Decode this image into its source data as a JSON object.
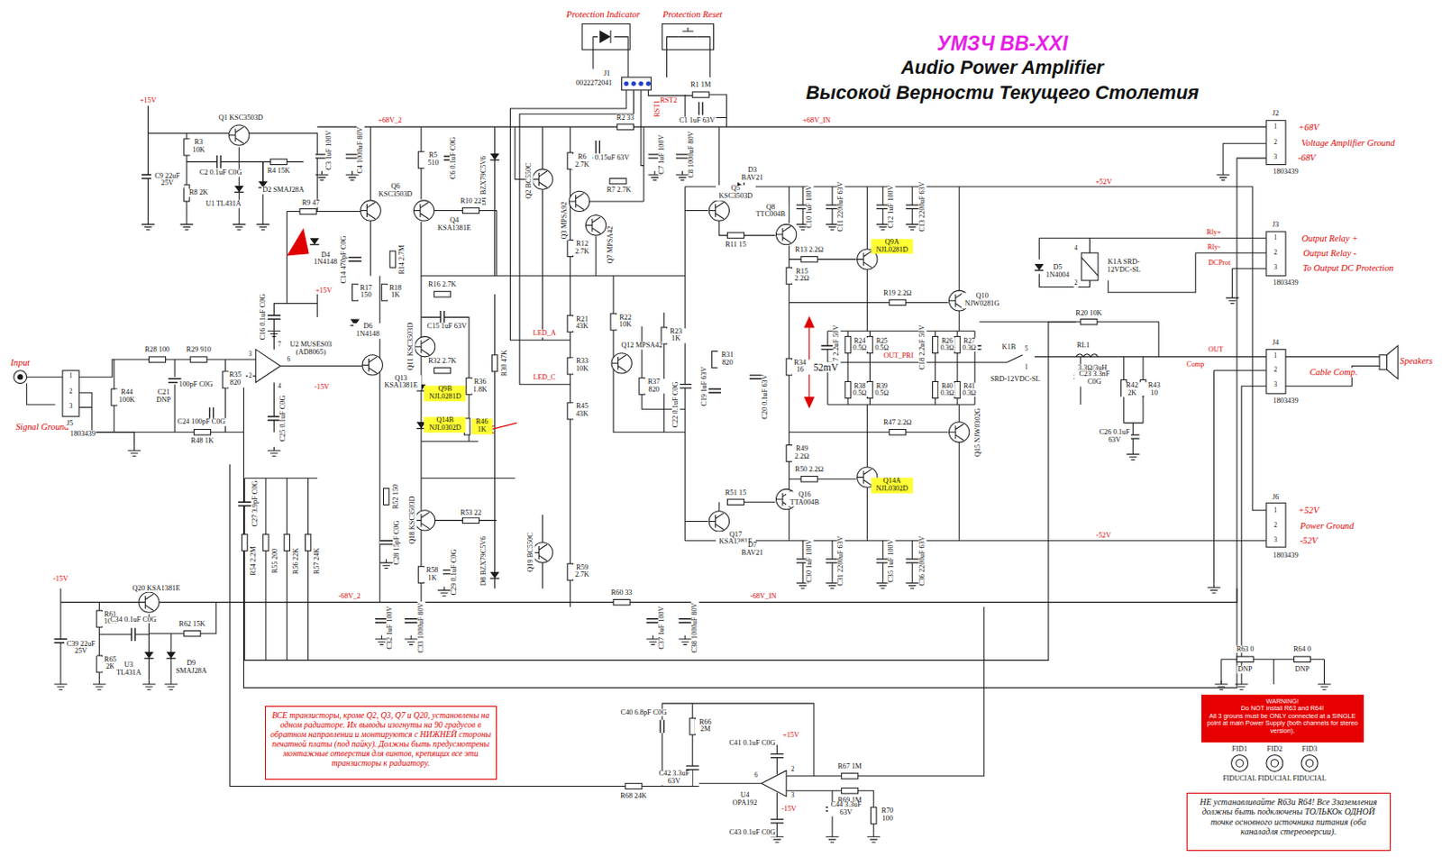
{
  "diagram": {
    "title": "УМЗЧ ВВ-XXI",
    "nodes": [
      {
        "text": [
          "ВСЕ транзисторы, кроме Q2, Q3, Q7 и Q20, установлены на одном радиаторе. Их выводы изогнуты на 90 градусов в обратном направлении и монтируются с НИЖНЕЙ стороны печатной платы (под пайку). Должны быть предусмотрены монтажные отверстия для винтов, крепящих все эти транзисторы к радиатору."
        ]
      },
      {
        "text": [
          "WARNING!",
          "Do NOT install R63 and R64!",
          "All 3 grouns must be ONLY connected at a SINGLE point at main Power Supply (both channels for stereo version)."
        ]
      },
      {
        "text": [
          "НЕ устанавливайте R63и R64! Все 3заземления должны быть подключены ТОЛЬКОк ОДНОЙ точке основного источника питания (оба каналадля стереоверсии)."
        ]
      }
    ],
    "labels": [
      "Audio Power Amplifier",
      "Высокой Верности Текущего Столетия",
      "Protection Indicator",
      "Protection Reset",
      "J1",
      "0022272041",
      "RST1",
      "RST2",
      "R1 1M",
      "C1 1uF 63V",
      "+68V_2",
      "+68V_IN",
      "R2 33",
      "C5 0.15uF 63V",
      "+15V",
      "Q1 KSC3503D",
      "R3 10K",
      "C2 0.1uF C0G",
      "R4 15K",
      "D2 SMAJ28A",
      "U1 TL431A",
      "C9 22uF 25V",
      "R8 2K",
      "C3 1uF 100V",
      "C4 1000uF 80V",
      "R5 510",
      "C6 0.1uF C0G",
      "D1 BZX79C5V6",
      "Q2 BC550C",
      "R6 2.7K",
      "R7 2.7K",
      "Q3 MPSA92",
      "Q7 MPSA42",
      "C7 1uF 100V",
      "C8 1000uF 80V",
      "R9 47",
      "Q6 KSC3503D",
      "Q4 KSA1381E",
      "R10 22",
      "D4 1N4148",
      "C14 470pF C0G",
      "R14 2.7M",
      "R17 150",
      "R18 1K",
      "C16 0.1uF C0G",
      "+15V",
      "U2 MUSES03 (AD8065)",
      "D6 1N4148",
      "-15V",
      "Q13 KSA1381E",
      "R16 2.7K",
      "C15 1uF 63V",
      "Q11 KSC3503D",
      "R32 2.7K",
      "Q9B NJL0281D",
      "R36 1.8K",
      "Q14B NJL0302D",
      "R46 1K",
      "R30 47K",
      "R12 2.7K",
      "R21 43K",
      "LED_A",
      "R33 10K",
      "LED_C",
      "R45 43K",
      "R22 10K",
      "Q12 MPSA42",
      "R37 820",
      "R23 1K",
      "C22 0.1uF C0G",
      "C19 1uF 63V",
      "R31 820",
      "C20 0.1uF 63V",
      "Input",
      "Signal Ground",
      "J5",
      "1803439",
      "1",
      "2",
      "3",
      "R44 100K",
      "R28 100",
      "R29 910",
      "C21 DNP",
      "100pF C0G",
      "C24 100pF C0G",
      "R35 820",
      "R48 1K",
      "C25 0.1uF C0G",
      "C27 3.9pF C0G",
      "R54 2.2M",
      "R55 200",
      "R56 22K",
      "R57 24K",
      "R52 150",
      "C28 15pF C0G",
      "Q18 KSC3503D",
      "R53 22",
      "D8 BZX79C5V6",
      "Q19 BC550C",
      "R58 1K",
      "C29 0.1uF C0G",
      "R59 2.7K",
      "-68V_2",
      "R60 33",
      "-68V_IN",
      "C32 1uF 100V",
      "C33 1000uF 80V",
      "C37 1uF 100V",
      "C38 1000uF 80V",
      "-15V",
      "Q20 KSA1381E",
      "R61 10K",
      "C34 0.1uF C0G",
      "R62 15K",
      "R65 2K",
      "U3 TL431A",
      "D9 SMAJ28A",
      "C39 22uF 25V",
      "C40 6.8pF C0G",
      "R66 2M",
      "C41 0.1uF C0G",
      "C42 3.3uF 63V",
      "+15V",
      "U4 OPA192",
      "R68 24K",
      "R67 1M",
      "R69 1M",
      "-15V",
      "C43 0.1uF C0G",
      "C44 3.3uF 63V",
      "R70 100",
      "D3 BAV21",
      "+52V",
      "Q5 KSC3503D",
      "Q8 TTC004B",
      "R11 15",
      "C10 1uF 100V",
      "C11 2200uF 63V",
      "C12 1uF 100V",
      "C13 2200uF 63V",
      "R13 2.2Ω",
      "Q9A NJL0281D",
      "R15 2.2Ω",
      "R19 2.2Ω",
      "Q10 NJW0281G",
      "C17 2.2uF 50V",
      "R24 0.5Ω",
      "R25 0.5Ω",
      "C18 2.2uF 50V",
      "R26 0.3Ω",
      "R27 0.3Ω",
      "R34 16",
      "52mV",
      "OUT_PRI",
      "R38 0.5Ω",
      "R39 0.5Ω",
      "R40 0.3Ω",
      "R41 0.3Ω",
      "R47 2.2Ω",
      "Q15 NJW0302G",
      "R49 2.2Ω",
      "R50 2.2Ω",
      "Q14A NJL0302D",
      "Q16 TTA004B",
      "R51 15",
      "Q17 KSA1381E",
      "D7 BAV21",
      "-52V",
      "C30 1uF 100V",
      "C31 2200uF 63V",
      "C35 1uF 100V",
      "C36 2200uF 63V",
      "R20 10K",
      "K1B",
      "5",
      "1",
      "SRD-12VDC-SL",
      "RL1",
      "3.3Ω/3uH",
      "C23 3.3nF C0G",
      "R42 2K",
      "R43 10",
      "C26 0.1uF 63V",
      "D5 1N4004",
      "K1A SRD-12VDC-SL",
      "4",
      "2",
      "J2",
      "1",
      "2",
      "3",
      "1803439",
      "+68V",
      "Voltage Amplifier Ground",
      "-68V",
      "J3",
      "1",
      "2",
      "3",
      "1803439",
      "Output Relay +",
      "Output Relay -",
      "To Output DC Protection",
      "Rly+",
      "Rly-",
      "DCProt",
      "J4",
      "1",
      "2",
      "3",
      "1803439",
      "OUT",
      "Comp",
      "Cable Comp.",
      "Speakers",
      "J6",
      "1",
      "2",
      "3",
      "1803439",
      "+52V",
      "Power Ground",
      "-52V",
      "R63 0",
      "DNP",
      "R64 0",
      "DNP",
      "FID1",
      "FIDUCIAL",
      "FID2",
      "FIDUCIAL",
      "FID3",
      "FIDUCIAL",
      "3",
      "2",
      "6",
      "7",
      "4",
      "2",
      "6",
      "3"
    ]
  }
}
